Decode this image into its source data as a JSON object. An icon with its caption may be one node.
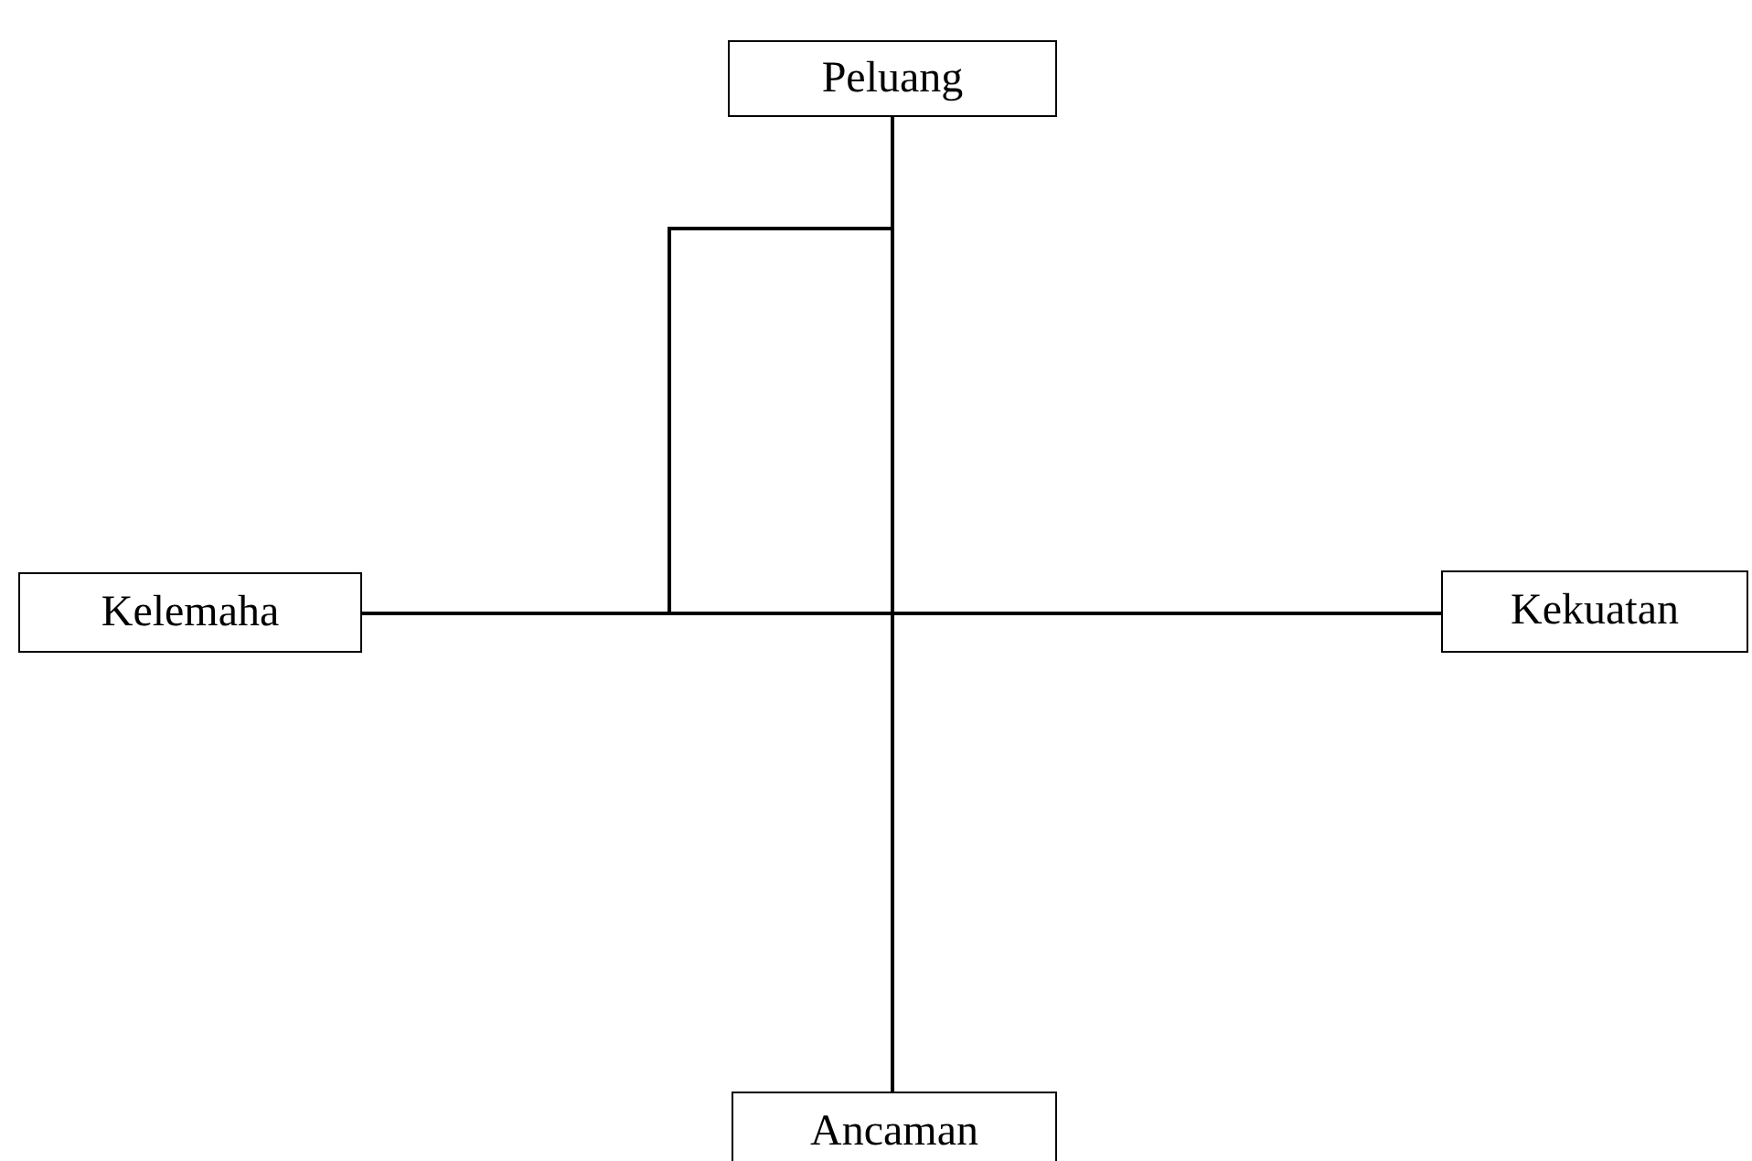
{
  "diagram": {
    "nodes": [
      {
        "text": [
          "Peluang"
        ]
      },
      {
        "text": [
          "Kelemaha"
        ]
      },
      {
        "text": [
          "Kekuatan"
        ]
      },
      {
        "text": [
          "Ancaman"
        ]
      }
    ],
    "edges": [
      {
        "from": 0,
        "to": 3,
        "arrow": "none"
      },
      {
        "from": 1,
        "to": 2,
        "arrow": "none"
      }
    ]
  }
}
